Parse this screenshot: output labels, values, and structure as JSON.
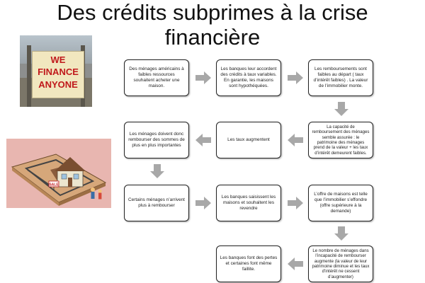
{
  "slide": {
    "title_line1": "Des crédits subprimes à la crise",
    "title_line2": "financière"
  },
  "sign": {
    "line1": "WE",
    "line2": "FINANCE",
    "line3": "ANYONE"
  },
  "trap": {
    "sale_label": "SALE"
  },
  "flow": {
    "box1": "Des ménages américains  à faibles ressources souhaitent acheter une maison.",
    "box2": "Les banques leur accordent des crédits à taux variables. En garantie, les maisons sont hypothéquées.",
    "box3": "Les remboursements sont faibles au départ ( taux d’intérêt faibles) .  La valeur de l’immobilier monte.",
    "box4": "La capacité de remboursement des ménages semble assurée : le patrimoine des ménages prend de la valeur + les taux d’intérêt demeurent faibles.",
    "box5": "Les taux augmentent",
    "box6": "Les ménages doivent donc rembourser des sommes de plus en plus importantes",
    "box7": "Certains ménages n’arrivent plus à rembourser",
    "box8": "Les banques saisissent les maisons et souhaitent les revendre",
    "box9": "L’offre de maisons est telle que l’immobilier s’effondre (offre supérieure à la demande)",
    "box10": "Le nombre de ménages dans l’incapacité de rembourser augmente (la valeur de leur patrimoine diminue et les taux d’intérêt ne cessent d’augmenter)",
    "box11": "Les banques font des pertes et certaines font même faillite."
  },
  "colors": {
    "arrow": "#a8a8a8",
    "sign_text": "#c0181b",
    "trap_bg": "#e8b6b0"
  }
}
